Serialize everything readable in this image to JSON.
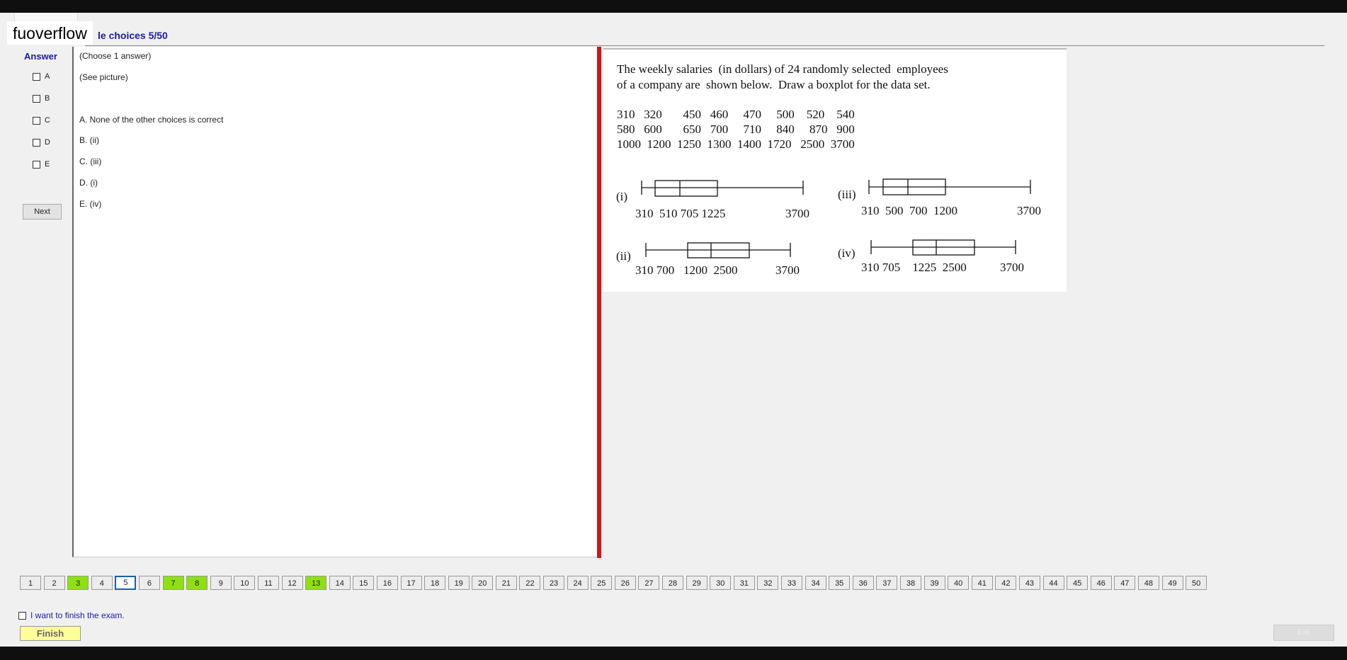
{
  "watermark": "fuoverflow",
  "section_title": "le choices 5/50",
  "answer": {
    "heading": "Answer",
    "choices": [
      "A",
      "B",
      "C",
      "D",
      "E"
    ],
    "next_label": "Next"
  },
  "question": {
    "instruction": "(Choose 1 answer)",
    "picture_note": "(See picture)",
    "options": [
      "A.  None of the other choices is correct",
      "B.  (ii)",
      "C.  (iii)",
      "D.  (i)",
      "E.  (iv)"
    ]
  },
  "picture": {
    "prompt_line1": "The weekly salaries  (in dollars) of 24 randomly selected  employees",
    "prompt_line2": "of a company are  shown below.  Draw a boxplot for the data set.",
    "data_rows": [
      "310   320       450   460     470     500    520    540",
      "580   600       650   700     710     840     870   900",
      "1000  1200  1250  1300  1400  1720   2500  3700"
    ],
    "plots": [
      {
        "label": "(i)",
        "axis": "310  510 705 1225",
        "axis_max": "3700"
      },
      {
        "label": "(iii)",
        "axis": "310  500  700  1200",
        "axis_max": "3700"
      },
      {
        "label": "(ii)",
        "axis": "310 700   1200  2500",
        "axis_max": "3700"
      },
      {
        "label": "(iv)",
        "axis": "310 705    1225  2500",
        "axis_max": "3700"
      }
    ]
  },
  "pager": {
    "pages": [
      "1",
      "2",
      "3",
      "4",
      "5",
      "6",
      "7",
      "8",
      "9",
      "10",
      "11",
      "12",
      "13",
      "14",
      "15",
      "16",
      "17",
      "18",
      "19",
      "20",
      "21",
      "22",
      "23",
      "24",
      "25",
      "26",
      "27",
      "28",
      "29",
      "30",
      "31",
      "32",
      "33",
      "34",
      "35",
      "36",
      "37",
      "38",
      "39",
      "40",
      "41",
      "42",
      "43",
      "44",
      "45",
      "46",
      "47",
      "48",
      "49",
      "50"
    ],
    "answered": [
      "3",
      "7",
      "8",
      "13"
    ],
    "current": "5"
  },
  "finish": {
    "checkbox_label": "I want to finish the exam.",
    "button_label": "Finish",
    "exit_label": "Exit"
  }
}
